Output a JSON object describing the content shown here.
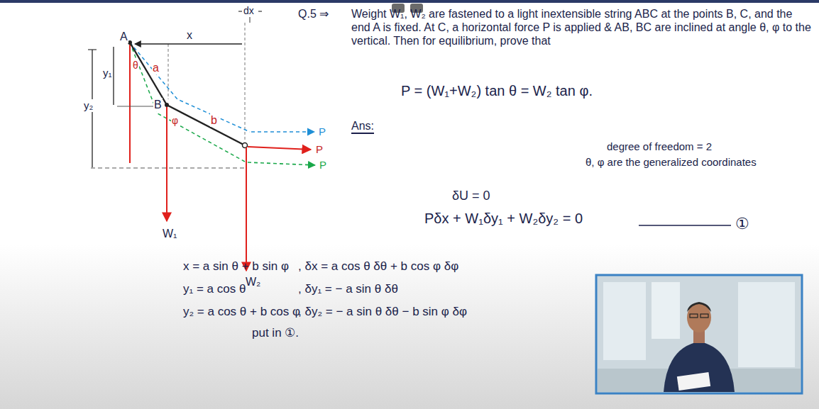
{
  "diagram": {
    "labels": [
      "Q.5 ⇒",
      "Weight W₁, W₂ are fastened to a light inextensible string ABC at the points B, C, and the end A is fixed. At C, a horizontal force P is applied & AB, BC are inclined at angle θ, φ to the vertical. Then for equilibrium, prove that",
      "P = (W₁+W₂) tan θ = W₂ tan φ.",
      "Ans:",
      "degree of freedom = 2",
      "θ, φ are the generalized coordinates",
      "δU = 0",
      "Pδx + W₁δy₁ + W₂δy₂ = 0",
      "①",
      "x = a sin θ + b sin φ",
      ", δx = a cos θ δθ + b cos φ δφ",
      "y₁ = a cos θ",
      ", δy₁ = − a sin θ δθ",
      "y₂ = a cos θ + b cos φ",
      ", δy₂ = − a sin θ δθ − b sin φ δφ",
      "put in ①.",
      "A",
      "B",
      "θ",
      "a",
      "φ",
      "b",
      "x",
      "dx",
      "y₁",
      "y₂",
      "P",
      "P",
      "P",
      "W₁",
      "W₂"
    ]
  }
}
